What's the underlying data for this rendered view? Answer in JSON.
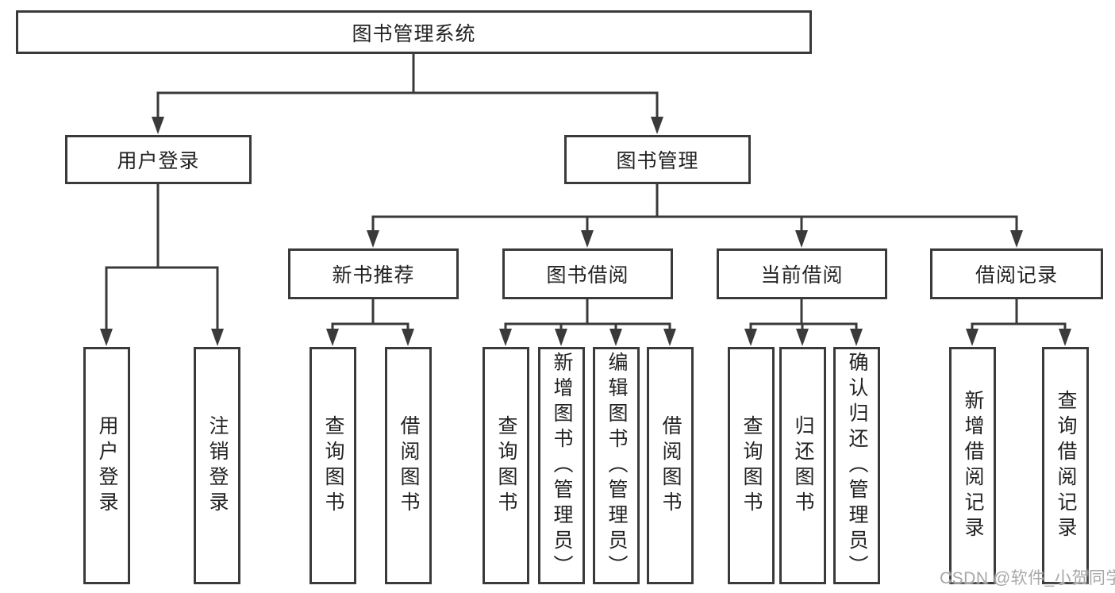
{
  "colors": {
    "line": "#3a3a3a",
    "ink": "#222222",
    "watermark": "#a8a8a8",
    "bg": "#ffffff"
  },
  "tree": {
    "root": {
      "label": "图书管理系统"
    },
    "branches": [
      {
        "label": "用户登录",
        "children": [
          {
            "label": "用户登录"
          },
          {
            "label": "注销登录"
          }
        ]
      },
      {
        "label": "图书管理",
        "groups": [
          {
            "label": "新书推荐",
            "children": [
              {
                "label": "查询图书"
              },
              {
                "label": "借阅图书"
              }
            ]
          },
          {
            "label": "图书借阅",
            "children": [
              {
                "label": "查询图书"
              },
              {
                "label": "新增图书（管理员）"
              },
              {
                "label": "编辑图书（管理员）"
              },
              {
                "label": "借阅图书"
              }
            ]
          },
          {
            "label": "当前借阅",
            "children": [
              {
                "label": "查询图书"
              },
              {
                "label": "归还图书"
              },
              {
                "label": "确认归还（管理员）"
              }
            ]
          },
          {
            "label": "借阅记录",
            "children": [
              {
                "label": "新增借阅记录"
              },
              {
                "label": "查询借阅记录"
              }
            ]
          }
        ]
      }
    ]
  },
  "watermark": {
    "text": "CSDN @软件_小贺同学"
  }
}
